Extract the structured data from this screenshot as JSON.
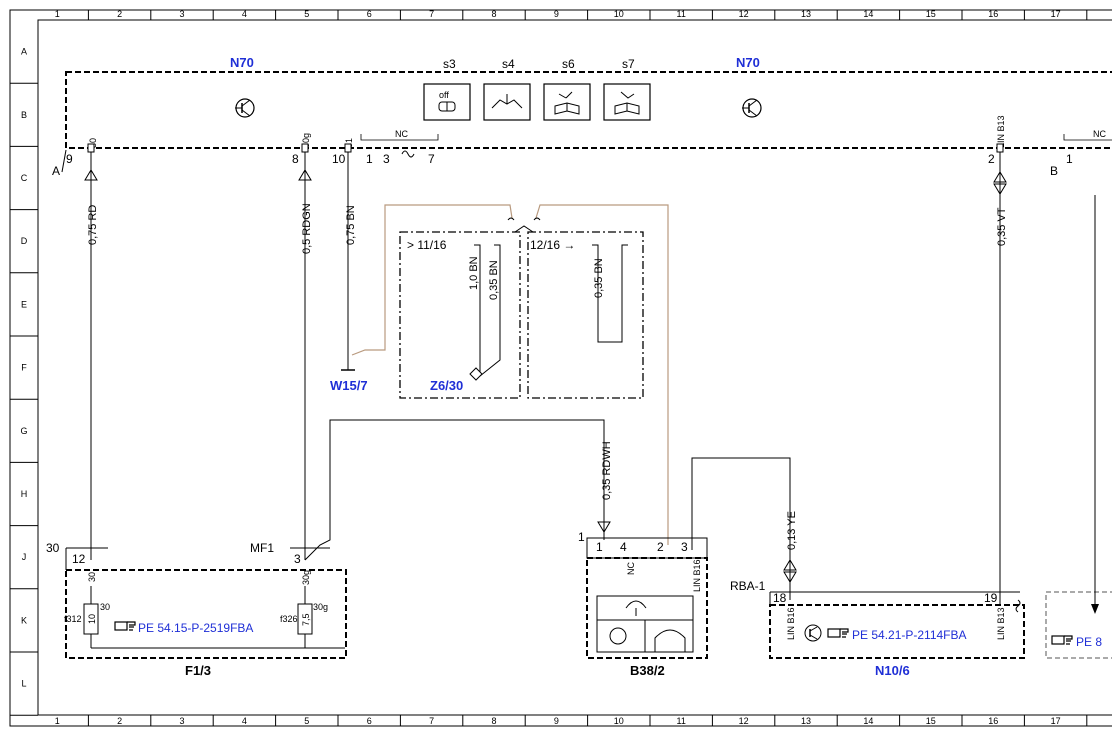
{
  "grid": {
    "columns": [
      "1",
      "2",
      "3",
      "4",
      "5",
      "6",
      "7",
      "8",
      "9",
      "10",
      "11",
      "12",
      "13",
      "14",
      "15",
      "16",
      "17"
    ],
    "rows": [
      "A",
      "B",
      "C",
      "D",
      "E",
      "F",
      "G",
      "H",
      "J",
      "K",
      "L"
    ]
  },
  "top_module": {
    "name_left": "N70",
    "name_right": "N70",
    "switches": [
      {
        "label": "s3",
        "icon": "off-switch-icon",
        "text": "off"
      },
      {
        "label": "s4",
        "icon": "interior-light-icon"
      },
      {
        "label": "s6",
        "icon": "reading-light-left-icon"
      },
      {
        "label": "s7",
        "icon": "reading-light-right-icon"
      }
    ],
    "connector_left": "A",
    "connector_right": "B",
    "pins": [
      {
        "num": "9",
        "pin": "30"
      },
      {
        "num": "8",
        "pin": "30g"
      },
      {
        "num": "10",
        "pin": "31"
      },
      {
        "num": "1",
        "pin": ""
      },
      {
        "num": "3",
        "pin": ""
      },
      {
        "num": "7",
        "pin": ""
      },
      {
        "num": "2",
        "pin": "LIN B13"
      }
    ],
    "nc_label": "NC",
    "right_pin": "1",
    "right_nc": "NC"
  },
  "wires": {
    "w1": "0,75 RD",
    "w2": "0,5 RDGN",
    "w3": "0,75 BN",
    "w4": "0,35 VT",
    "w5": "1,0 BN",
    "w6": "0,35 BN",
    "w7": "0,35 BN",
    "w8": "0,35 RDWH",
    "w9": "0,13 YE"
  },
  "variants": {
    "left": "> 11/16",
    "right": "12/16 →"
  },
  "components": {
    "w15_7": "W15/7",
    "z6_30": "Z6/30",
    "f1_3": "F1/3",
    "b38_2": "B38/2",
    "n10_6": "N10/6"
  },
  "fuse_box": {
    "label_30": "30",
    "label_mf1": "MF1",
    "pin_12": "12",
    "pin_3": "3",
    "pin30": "30",
    "pin30g": "30g",
    "fuse1_name": "f312",
    "fuse1_val": "10",
    "fuse1_term": "30",
    "fuse2_name": "f326",
    "fuse2_val": "7,5",
    "fuse2_term": "30g",
    "ref": "PE 54.15-P-2519FBA"
  },
  "sensor": {
    "pin_one": "1",
    "pins": [
      "1",
      "4",
      "2",
      "3"
    ],
    "nc": "NC",
    "lin": "LIN B16"
  },
  "n10": {
    "label": "RBA-1",
    "pin18": "18",
    "pin19": "19",
    "lin16": "LIN B16",
    "lin13": "LIN B13",
    "ref": "PE 54.21-P-2114FBA"
  },
  "right_partial": {
    "ref": "PE 8"
  }
}
